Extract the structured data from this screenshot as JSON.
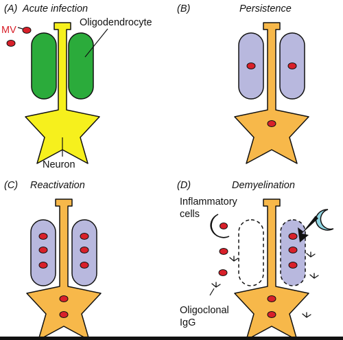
{
  "panels": {
    "a": {
      "letter": "(A)",
      "title": "Acute infection"
    },
    "b": {
      "letter": "(B)",
      "title": "Persistence"
    },
    "c": {
      "letter": "(C)",
      "title": "Reactivation"
    },
    "d": {
      "letter": "(D)",
      "title": "Demyelination"
    }
  },
  "labels": {
    "mv": "MV",
    "oligodendrocyte": "Oligodendrocyte",
    "neuron": "Neuron",
    "inflammatory_line1": "Inflammatory",
    "inflammatory_line2": "cells",
    "oligoclonal_line1": "Oligoclonal",
    "oligoclonal_line2": "IgG"
  },
  "colors": {
    "neuron_acute": "#f6f01d",
    "neuron_other": "#f7b84a",
    "oligo_acute": "#2bab3b",
    "oligo_other": "#b8b8de",
    "virus": "#d8202a",
    "inflammatory_cell": "#8fd6e3"
  }
}
